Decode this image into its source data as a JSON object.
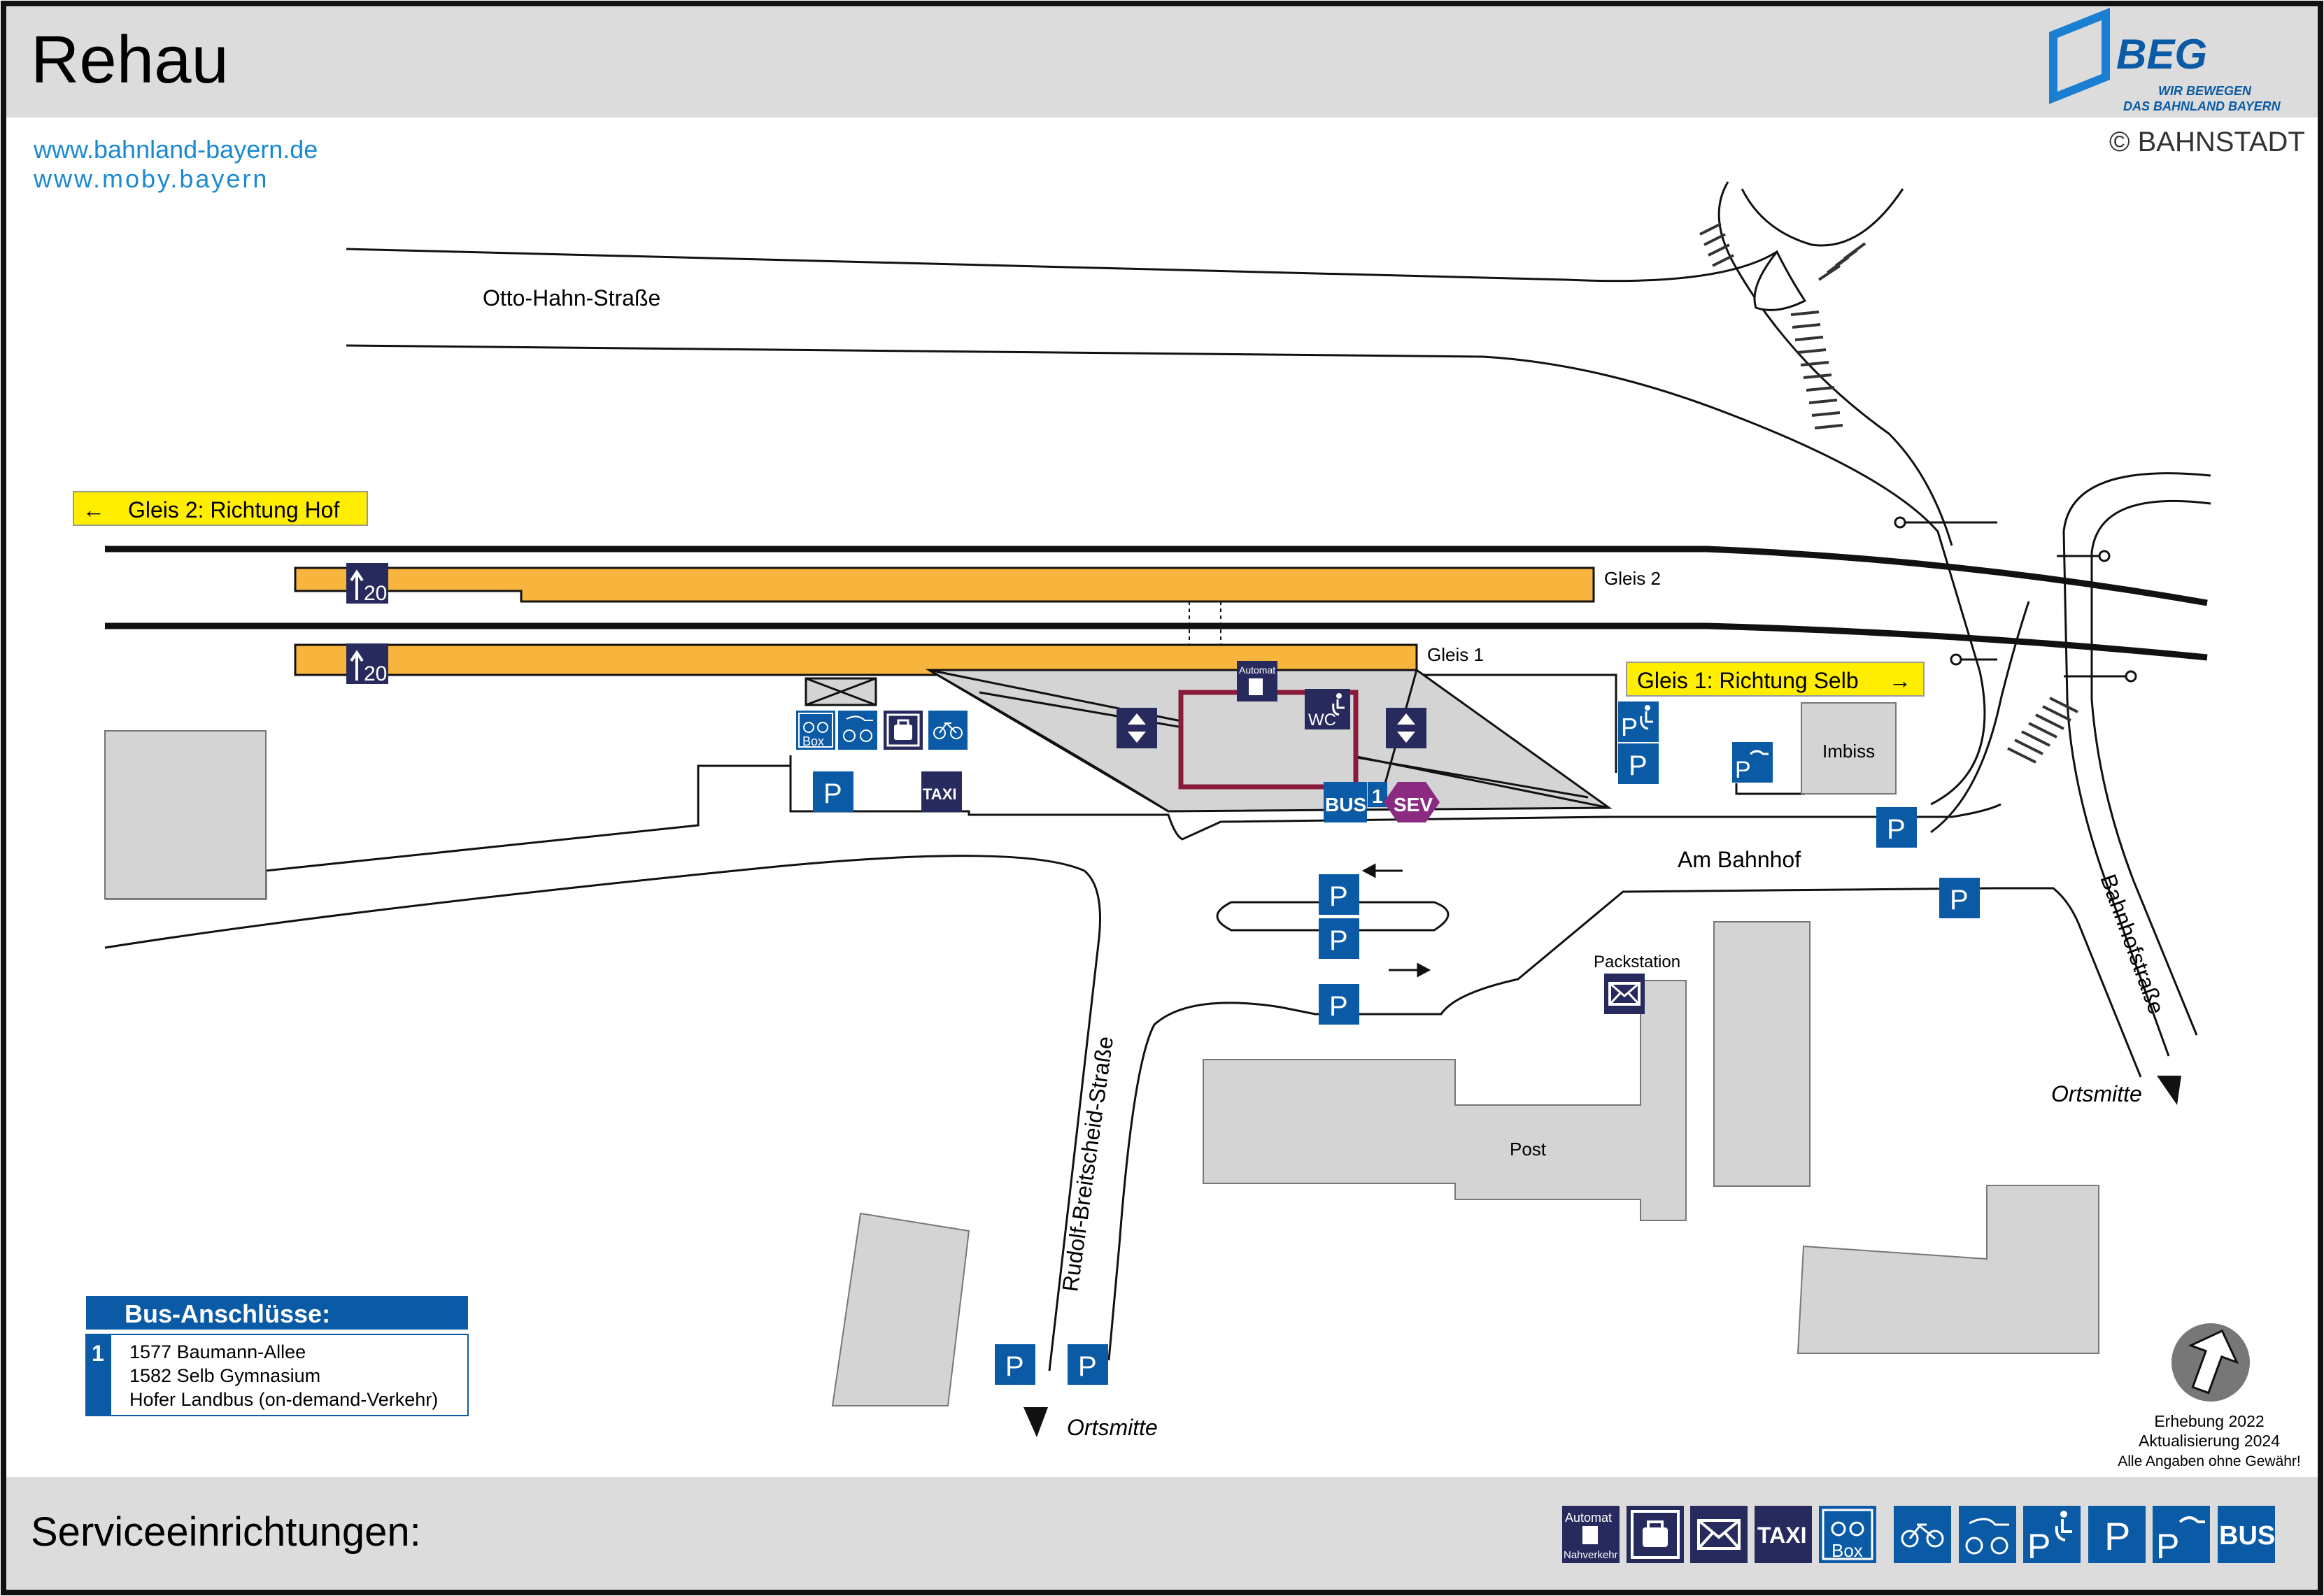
{
  "header": {
    "title": "Rehau",
    "logo_text": "BEG",
    "logo_slogan_1": "WIR BEWEGEN",
    "logo_slogan_2": "DAS BAHNLAND BAYERN",
    "copyright": "© BAHNSTADT"
  },
  "links": [
    "www.bahnland-bayern.de",
    "www.moby.bayern"
  ],
  "streets": {
    "otto_hahn": "Otto-Hahn-Straße",
    "am_bahnhof": "Am Bahnhof",
    "bahnhofstrasse": "Bahnhofstraße",
    "rudolf_breitscheid": "Rudolf-Breitscheid-Straße",
    "ortsmitte_1": "Ortsmitte",
    "ortsmitte_2": "Ortsmitte"
  },
  "directions": {
    "gleis2": "Gleis 2: Richtung Hof",
    "gleis1": "Gleis 1: Richtung Selb",
    "gleis2_arrow": "←",
    "gleis1_arrow": "→"
  },
  "platforms": {
    "gleis2_label": "Gleis 2",
    "gleis1_label": "Gleis 1",
    "height_2": "20",
    "height_1": "20"
  },
  "buildings": {
    "imbiss": "Imbiss",
    "post": "Post",
    "packstation": "Packstation"
  },
  "map_icons": {
    "parking": "P",
    "taxi": "TAXI",
    "bus": "BUS",
    "bus_line": "1",
    "sev": "SEV",
    "wc": "WC",
    "automat": "Automat",
    "box": "Box"
  },
  "bus_box": {
    "title": "Bus-Anschlüsse:",
    "number": "1",
    "lines": [
      "1577 Baumann-Allee",
      "1582 Selb Gymnasium",
      "Hofer Landbus (on-demand-Verkehr)"
    ]
  },
  "footer_note": [
    "Erhebung 2022",
    "Aktualisierung 2024",
    "Alle Angaben ohne Gewähr!"
  ],
  "service": {
    "title": "Serviceeinrichtungen:",
    "icons": [
      {
        "name": "automat-icon",
        "text": "Automat",
        "sub": "Nahverkehr"
      },
      {
        "name": "locker-icon",
        "text": ""
      },
      {
        "name": "mail-icon",
        "text": ""
      },
      {
        "name": "taxi-icon",
        "text": "TAXI"
      },
      {
        "name": "bike-box-icon",
        "text": "Box"
      },
      {
        "name": "bike-icon",
        "text": ""
      },
      {
        "name": "ebike-icon",
        "text": ""
      },
      {
        "name": "disabled-parking-icon",
        "text": "P"
      },
      {
        "name": "parking-icon",
        "text": "P"
      },
      {
        "name": "ev-parking-icon",
        "text": "P"
      },
      {
        "name": "bus-icon",
        "text": "BUS"
      }
    ]
  },
  "colors": {
    "blue": "#0a5aa5",
    "navy": "#262a5c",
    "platform": "#f8b53d",
    "yellow": "#ffee00",
    "gray": "#d4d4d4",
    "band": "#dcdcdc",
    "sev": "#8a2a80",
    "link": "#1a8ad0",
    "bahnstadt_green": "#6a9a2a"
  }
}
